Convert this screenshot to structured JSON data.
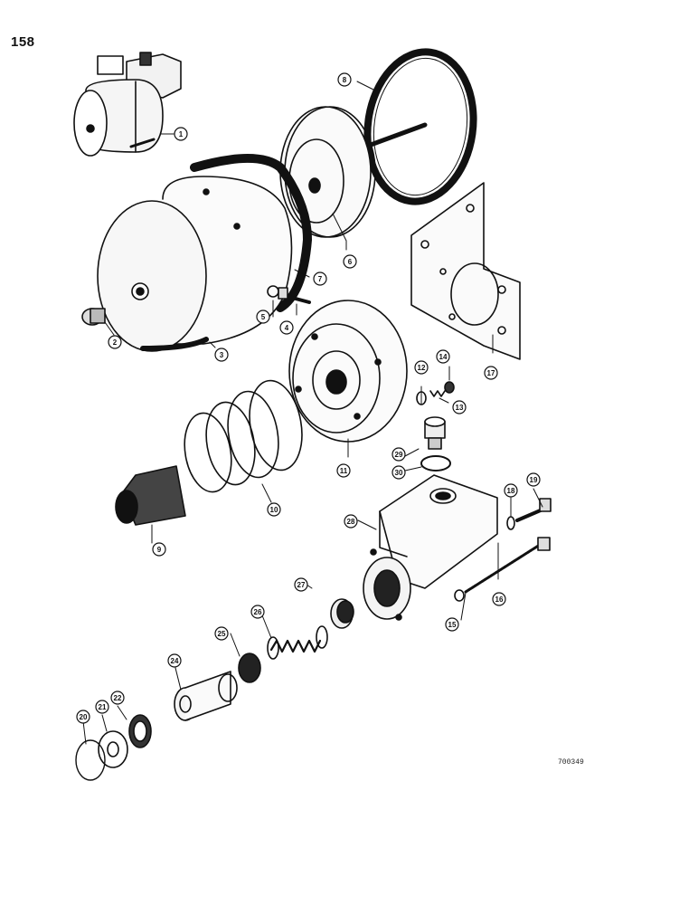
{
  "page": {
    "page_number": "158",
    "reference_code": "700349"
  },
  "callouts": [
    {
      "id": "c1",
      "label": "1"
    },
    {
      "id": "c2",
      "label": "2"
    },
    {
      "id": "c3",
      "label": "3"
    },
    {
      "id": "c4",
      "label": "4"
    },
    {
      "id": "c5",
      "label": "5"
    },
    {
      "id": "c6",
      "label": "6"
    },
    {
      "id": "c7",
      "label": "7"
    },
    {
      "id": "c8",
      "label": "8"
    },
    {
      "id": "c9",
      "label": "9"
    },
    {
      "id": "c10",
      "label": "10"
    },
    {
      "id": "c11",
      "label": "11"
    },
    {
      "id": "c12",
      "label": "12"
    },
    {
      "id": "c13",
      "label": "13"
    },
    {
      "id": "c14",
      "label": "14"
    },
    {
      "id": "c15",
      "label": "15"
    },
    {
      "id": "c16",
      "label": "16"
    },
    {
      "id": "c17",
      "label": "17"
    },
    {
      "id": "c18",
      "label": "18"
    },
    {
      "id": "c19",
      "label": "19"
    },
    {
      "id": "c20",
      "label": "20"
    },
    {
      "id": "c21",
      "label": "21"
    },
    {
      "id": "c22",
      "label": "22"
    },
    {
      "id": "c24",
      "label": "24"
    },
    {
      "id": "c25",
      "label": "25"
    },
    {
      "id": "c26",
      "label": "26"
    },
    {
      "id": "c27",
      "label": "27"
    },
    {
      "id": "c28",
      "label": "28"
    },
    {
      "id": "c29",
      "label": "29"
    },
    {
      "id": "c30",
      "label": "30"
    }
  ]
}
